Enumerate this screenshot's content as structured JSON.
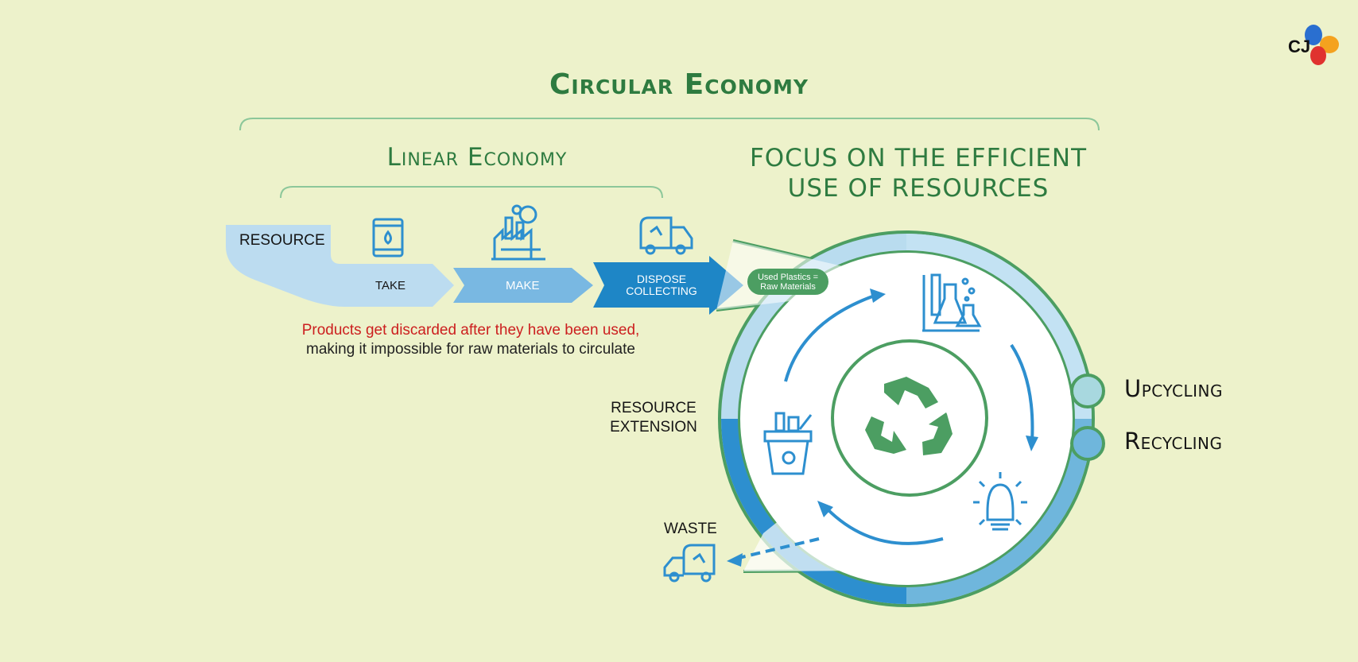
{
  "titles": {
    "main": "Circular Economy",
    "linear": "Linear Economy",
    "focus_line1": "Focus on the efficient",
    "focus_line2": "use of resources"
  },
  "linear_flow": {
    "resource": "RESOURCE",
    "take": "TAKE",
    "make": "MAKE",
    "dispose_line1": "DISPOSE",
    "dispose_line2": "COLLECTING"
  },
  "badge": {
    "line1": "Used Plastics =",
    "line2": "Raw Materials"
  },
  "note": {
    "red": "Products get discarded after they have been used,",
    "black": " making it impossible for raw materials to circulate"
  },
  "labels": {
    "resource_extension_line1": "RESOURCE",
    "resource_extension_line2": "EXTENSION",
    "waste": "WASTE"
  },
  "legend": [
    {
      "label": "Upcycling",
      "color": "#a8d8df"
    },
    {
      "label": "Recycling",
      "color": "#6fb6dc"
    }
  ],
  "logo": {
    "text": "CJ"
  },
  "colors": {
    "title_green": "#2e7b40",
    "circle_green": "#4c9e62",
    "blue_dark": "#1e86c6",
    "blue_mid": "#6fb6dc",
    "blue_light": "#bcdcf0",
    "red_text": "#cc1f1f"
  }
}
